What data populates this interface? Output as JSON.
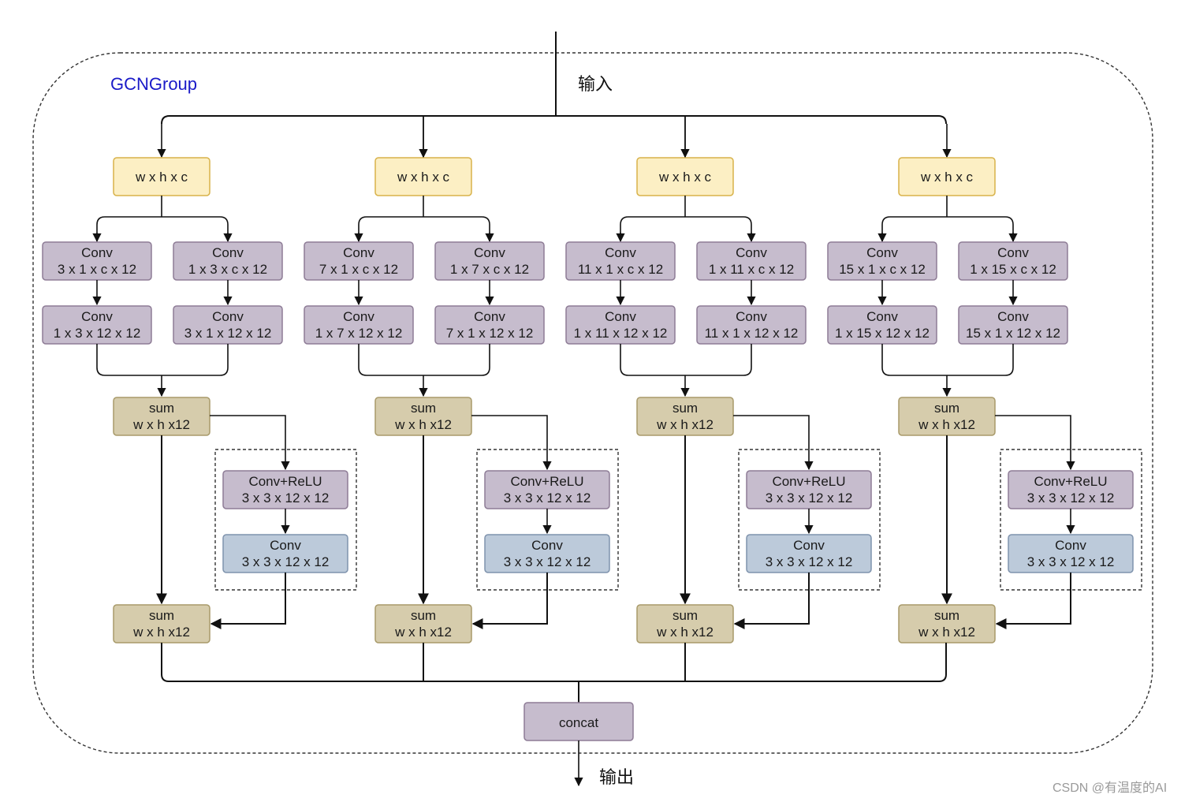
{
  "title": "GCNGroup",
  "input_label": "输入",
  "output_label": "输出",
  "watermark": "CSDN @有温度的AI",
  "colors": {
    "input": "#fcefc4",
    "input_stroke": "#d8b24a",
    "conv": "#c6bccd",
    "conv_stroke": "#8e7c96",
    "sum": "#d6ccac",
    "sum_stroke": "#a89a6a",
    "conv_blue": "#bccada",
    "conv_blue_stroke": "#7f93ad",
    "concat": "#c6bccd",
    "title": "#1a1ac8"
  },
  "branches": [
    {
      "input": "w x h x c",
      "left": [
        [
          "Conv",
          "3 x 1 x c x 12"
        ],
        [
          "Conv",
          "1 x 3 x 12 x 12"
        ]
      ],
      "right": [
        [
          "Conv",
          "1 x 3 x c x 12"
        ],
        [
          "Conv",
          "3 x 1 x 12 x 12"
        ]
      ],
      "sum1": [
        "sum",
        "w x h x12"
      ],
      "residual": [
        [
          "Conv+ReLU",
          "3 x 3 x 12 x 12"
        ],
        [
          "Conv",
          "3 x 3 x 12 x 12"
        ]
      ],
      "sum2": [
        "sum",
        "w x h x12"
      ]
    },
    {
      "input": "w x h x c",
      "left": [
        [
          "Conv",
          "7 x 1 x c x 12"
        ],
        [
          "Conv",
          "1 x 7 x 12 x 12"
        ]
      ],
      "right": [
        [
          "Conv",
          "1 x 7 x c x 12"
        ],
        [
          "Conv",
          "7 x 1 x 12 x 12"
        ]
      ],
      "sum1": [
        "sum",
        "w x h x12"
      ],
      "residual": [
        [
          "Conv+ReLU",
          "3 x 3 x 12 x 12"
        ],
        [
          "Conv",
          "3 x 3 x 12 x 12"
        ]
      ],
      "sum2": [
        "sum",
        "w x h x12"
      ]
    },
    {
      "input": "w x h x c",
      "left": [
        [
          "Conv",
          "11 x 1 x c x 12"
        ],
        [
          "Conv",
          "1 x 11 x 12 x 12"
        ]
      ],
      "right": [
        [
          "Conv",
          "1 x 11 x c x 12"
        ],
        [
          "Conv",
          "11 x 1 x 12 x 12"
        ]
      ],
      "sum1": [
        "sum",
        "w x h x12"
      ],
      "residual": [
        [
          "Conv+ReLU",
          "3 x 3 x 12 x 12"
        ],
        [
          "Conv",
          "3 x 3 x 12 x 12"
        ]
      ],
      "sum2": [
        "sum",
        "w x h x12"
      ]
    },
    {
      "input": "w x h x c",
      "left": [
        [
          "Conv",
          "15 x 1 x c x 12"
        ],
        [
          "Conv",
          "1 x 15 x 12 x 12"
        ]
      ],
      "right": [
        [
          "Conv",
          "1 x 15 x c x 12"
        ],
        [
          "Conv",
          "15 x 1 x 12 x 12"
        ]
      ],
      "sum1": [
        "sum",
        "w x h x12"
      ],
      "residual": [
        [
          "Conv+ReLU",
          "3 x 3 x 12 x 12"
        ],
        [
          "Conv",
          "3 x 3 x 12 x 12"
        ]
      ],
      "sum2": [
        "sum",
        "w x h x12"
      ]
    }
  ],
  "concat": "concat"
}
